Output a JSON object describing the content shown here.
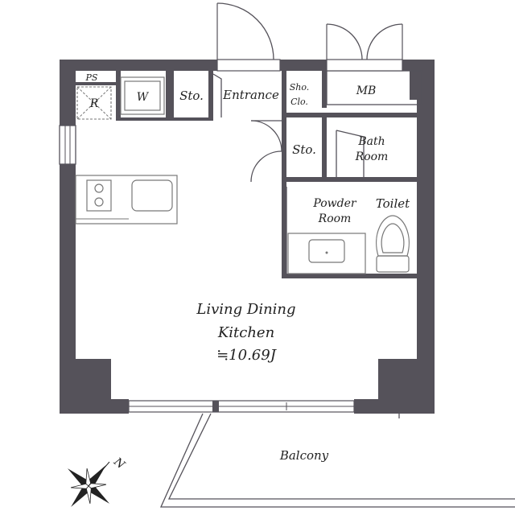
{
  "rooms": {
    "ps": "PS",
    "refrigerator": "R",
    "washer": "W",
    "storage_top": "Sto.",
    "entrance": "Entrance",
    "shoe_closet_line1": "Sho.",
    "shoe_closet_line2": "Clo.",
    "mb": "MB",
    "storage_mid": "Sto.",
    "bath_line1": "Bath",
    "bath_line2": "Room",
    "powder_line1": "Powder",
    "powder_line2": "Room",
    "toilet": "Toilet",
    "ldk_line1": "Living Dining",
    "ldk_line2": "Kitchen",
    "ldk_area": "≒10.69J",
    "balcony": "Balcony"
  },
  "compass": {
    "north_label": "N"
  },
  "colors": {
    "wall": "#55525a",
    "fixture": "#777777"
  }
}
